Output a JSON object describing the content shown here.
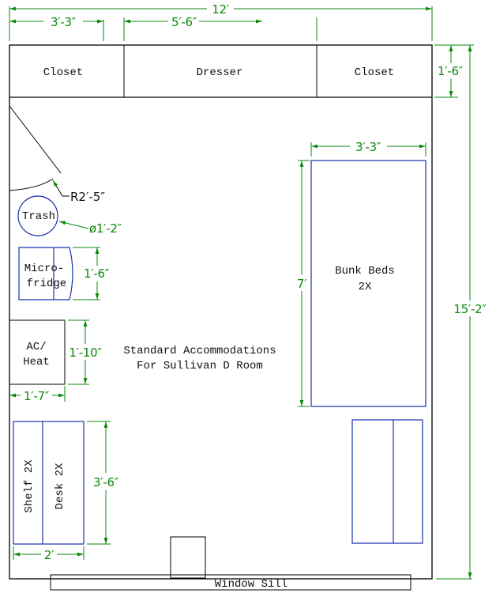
{
  "plan": {
    "title_lines": [
      "Standard Accommodations",
      "For Sullivan D Room"
    ],
    "rooms": {
      "closet_left": "Closet",
      "dresser": "Dresser",
      "closet_right": "Closet",
      "trash": "Trash",
      "microfridge_lines": [
        "Micro-",
        "fridge"
      ],
      "ac_heat_lines": [
        "AC/",
        "Heat"
      ],
      "bunk_beds_lines": [
        "Bunk Beds",
        "2X"
      ],
      "shelf": "Shelf 2X",
      "desk": "Desk 2X",
      "window_sill": "Window Sill"
    },
    "dimensions": {
      "overall_width": "12′",
      "closet_left_width": "3′-3″",
      "dresser_width": "5′-6″",
      "closet_depth": "1′-6″",
      "overall_length": "15′-2″",
      "door_radius": "R2′-5″",
      "trash_diameter": "ø1′-2″",
      "microfridge_depth": "1′-6″",
      "ac_depth": "1′-10″",
      "ac_width": "1′-7″",
      "bed_width": "3′-3″",
      "bed_length": "7′",
      "desk_length": "3′-6″",
      "desk_width": "2′"
    }
  }
}
